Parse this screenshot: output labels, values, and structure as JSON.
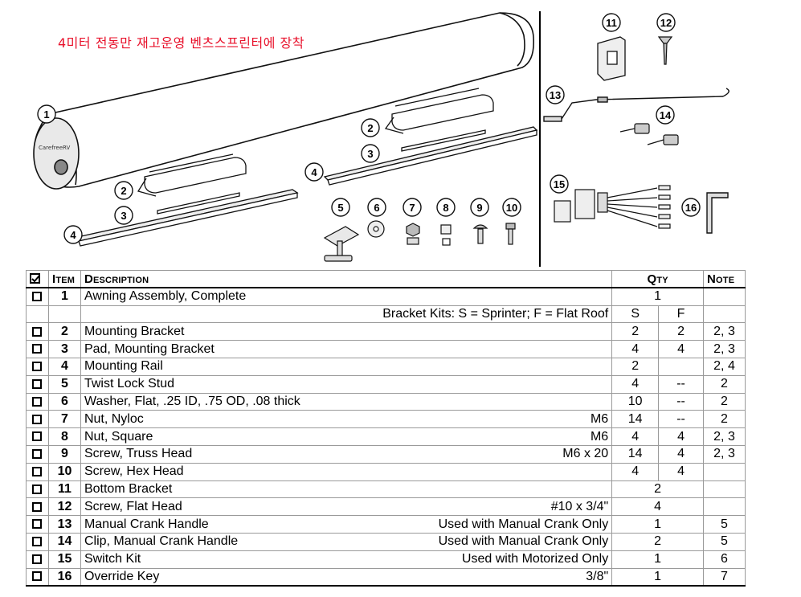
{
  "overlay_text": "4미터 전동만 재고운영 벤츠스프린터에 장착",
  "callouts": [
    "1",
    "2",
    "3",
    "4",
    "2",
    "3",
    "4",
    "5",
    "6",
    "7",
    "8",
    "9",
    "10",
    "11",
    "12",
    "13",
    "14",
    "15",
    "16"
  ],
  "table": {
    "header": {
      "check_icon": "checked-box-icon",
      "item": "Item",
      "description": "Description",
      "qty": "Qty",
      "note": "Note"
    },
    "bracket_kits_row": {
      "label": "Bracket Kits:  S = Sprinter; F = Flat Roof",
      "s": "S",
      "f": "F"
    },
    "rows": [
      {
        "item": "1",
        "desc": "Awning Assembly, Complete",
        "spec": "",
        "s": "1",
        "f": "",
        "merged": true,
        "note": ""
      },
      {
        "item": "2",
        "desc": "Mounting Bracket",
        "spec": "",
        "s": "2",
        "f": "2",
        "merged": false,
        "note": "2, 3"
      },
      {
        "item": "3",
        "desc": "Pad, Mounting Bracket",
        "spec": "",
        "s": "4",
        "f": "4",
        "merged": false,
        "note": "2, 3"
      },
      {
        "item": "4",
        "desc": "Mounting Rail",
        "spec": "",
        "s": "2",
        "f": "",
        "merged": false,
        "note": "2, 4"
      },
      {
        "item": "5",
        "desc": "Twist Lock Stud",
        "spec": "",
        "s": "4",
        "f": "--",
        "merged": false,
        "note": "2"
      },
      {
        "item": "6",
        "desc": "Washer, Flat, .25 ID, .75 OD, .08 thick",
        "spec": "",
        "s": "10",
        "f": "--",
        "merged": false,
        "note": "2"
      },
      {
        "item": "7",
        "desc": "Nut, Nyloc",
        "spec": "M6",
        "s": "14",
        "f": "--",
        "merged": false,
        "note": "2"
      },
      {
        "item": "8",
        "desc": "Nut, Square",
        "spec": "M6",
        "s": "4",
        "f": "4",
        "merged": false,
        "note": "2, 3"
      },
      {
        "item": "9",
        "desc": "Screw, Truss Head",
        "spec": "M6 x 20",
        "s": "14",
        "f": "4",
        "merged": false,
        "note": "2, 3"
      },
      {
        "item": "10",
        "desc": "Screw, Hex Head",
        "spec": "",
        "s": "4",
        "f": "4",
        "merged": false,
        "note": ""
      },
      {
        "item": "11",
        "desc": "Bottom Bracket",
        "spec": "",
        "s": "2",
        "f": "",
        "merged": true,
        "note": ""
      },
      {
        "item": "12",
        "desc": "Screw, Flat Head",
        "spec": "#10 x 3/4\"",
        "s": "4",
        "f": "",
        "merged": true,
        "note": ""
      },
      {
        "item": "13",
        "desc": "Manual Crank Handle",
        "spec": "Used with Manual Crank Only",
        "s": "1",
        "f": "",
        "merged": true,
        "note": "5"
      },
      {
        "item": "14",
        "desc": "Clip, Manual Crank Handle",
        "spec": "Used with Manual Crank Only",
        "s": "2",
        "f": "",
        "merged": true,
        "note": "5"
      },
      {
        "item": "15",
        "desc": "Switch Kit",
        "spec": "Used with Motorized Only",
        "s": "1",
        "f": "",
        "merged": true,
        "note": "6"
      },
      {
        "item": "16",
        "desc": "Override Key",
        "spec": "3/8\"",
        "s": "1",
        "f": "",
        "merged": true,
        "note": "7"
      }
    ]
  }
}
